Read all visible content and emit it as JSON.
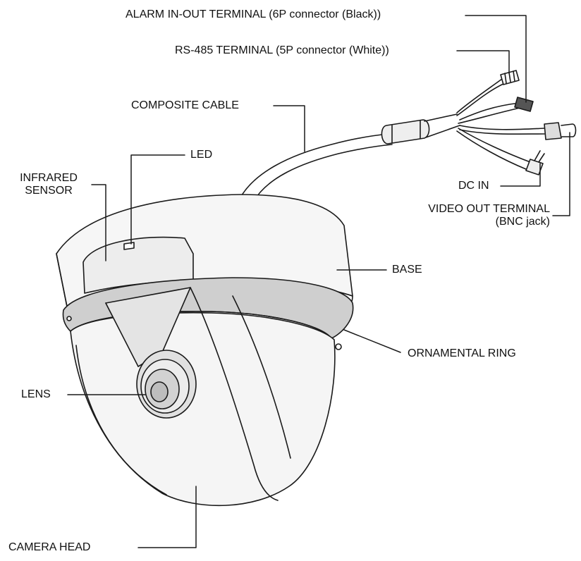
{
  "labels": {
    "alarm_terminal": "ALARM IN-OUT TERMINAL (6P connector (Black))",
    "rs485_terminal": "RS-485 TERMINAL (5P connector (White))",
    "composite_cable": "COMPOSITE CABLE",
    "led": "LED",
    "infrared_sensor_line1": "INFRARED",
    "infrared_sensor_line2": "SENSOR",
    "dc_in": "DC IN",
    "video_out_line1": "VIDEO OUT TERMINAL",
    "video_out_line2": "(BNC jack)",
    "base": "BASE",
    "ornamental_ring": "ORNAMENTAL RING",
    "lens": "LENS",
    "camera_head": "CAMERA HEAD"
  },
  "colors": {
    "line": "#1a1a1a",
    "body_light": "#f4f4f4",
    "body_shade": "#d9d9d9",
    "ring": "#c8c8c8",
    "cable": "#e8e8e8"
  }
}
